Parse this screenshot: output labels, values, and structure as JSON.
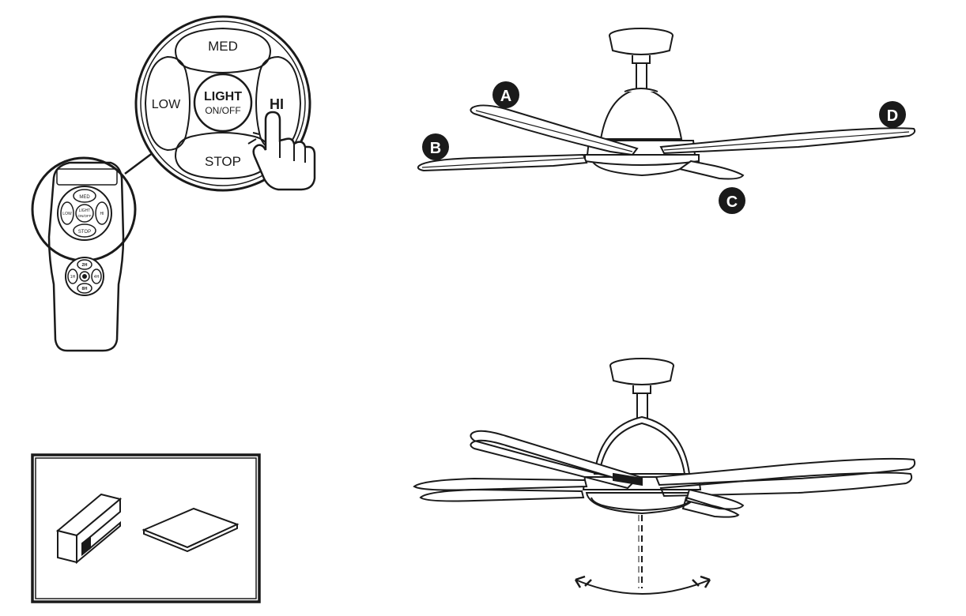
{
  "remote_zoom": {
    "top_button_label": "MED",
    "left_button_label": "LOW",
    "right_button_label": "HI",
    "bottom_button_label": "STOP",
    "center_label_line1": "LIGHT",
    "center_label_line2": "ON/OFF",
    "pointer_icon": "hand-pointer-icon"
  },
  "remote_small": {
    "top_button_label": "MED",
    "left_button_label": "LOW",
    "right_button_label": "HI",
    "bottom_button_label": "STOP",
    "center_label_line1": "LIGHT",
    "center_label_line2": "ON/OFF",
    "timer_top_label": "2H",
    "timer_left_label": "1H",
    "timer_right_label": "4H",
    "timer_bottom_label": "8H"
  },
  "fan_top": {
    "blade_labels": [
      "A",
      "B",
      "C",
      "D"
    ]
  },
  "parts_box": {
    "items": [
      "balancing-clip-icon",
      "balancing-weight-icon"
    ]
  },
  "fan_bottom": {
    "wobble_indicator": "wobble-arrows-icon"
  },
  "colors": {
    "line": "#1a1a1a",
    "background": "#ffffff"
  }
}
